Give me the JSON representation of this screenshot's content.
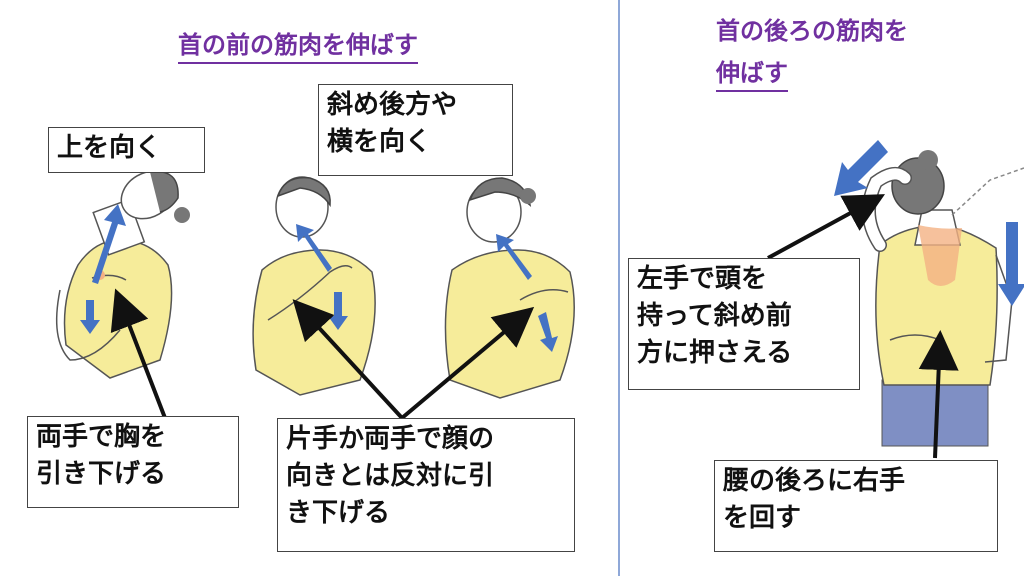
{
  "left_title": "首の前の筋肉を伸ばす",
  "right_title": [
    "首の後ろの筋肉を",
    "伸ばす"
  ],
  "label_look_up": "上を向く",
  "label_look_diag": [
    "斜め後方や",
    "横を向く"
  ],
  "label_both_hands": [
    "両手で胸を",
    "引き下げる"
  ],
  "label_one_hand": [
    "片手か両手で顔の",
    "向きとは反対に引",
    "き下げる"
  ],
  "label_left_hand": [
    "左手で頭を",
    "持って斜め前",
    "方に押さえる"
  ],
  "label_waist": [
    "腰の後ろに右手",
    "を回す"
  ],
  "colors": {
    "title": "#7030a0",
    "arrow_blue": "#4472c4",
    "shirt": "#f6ec9a",
    "skin": "#ffffff",
    "pants": "#7f8fc4",
    "highlight": "#f4b183"
  }
}
